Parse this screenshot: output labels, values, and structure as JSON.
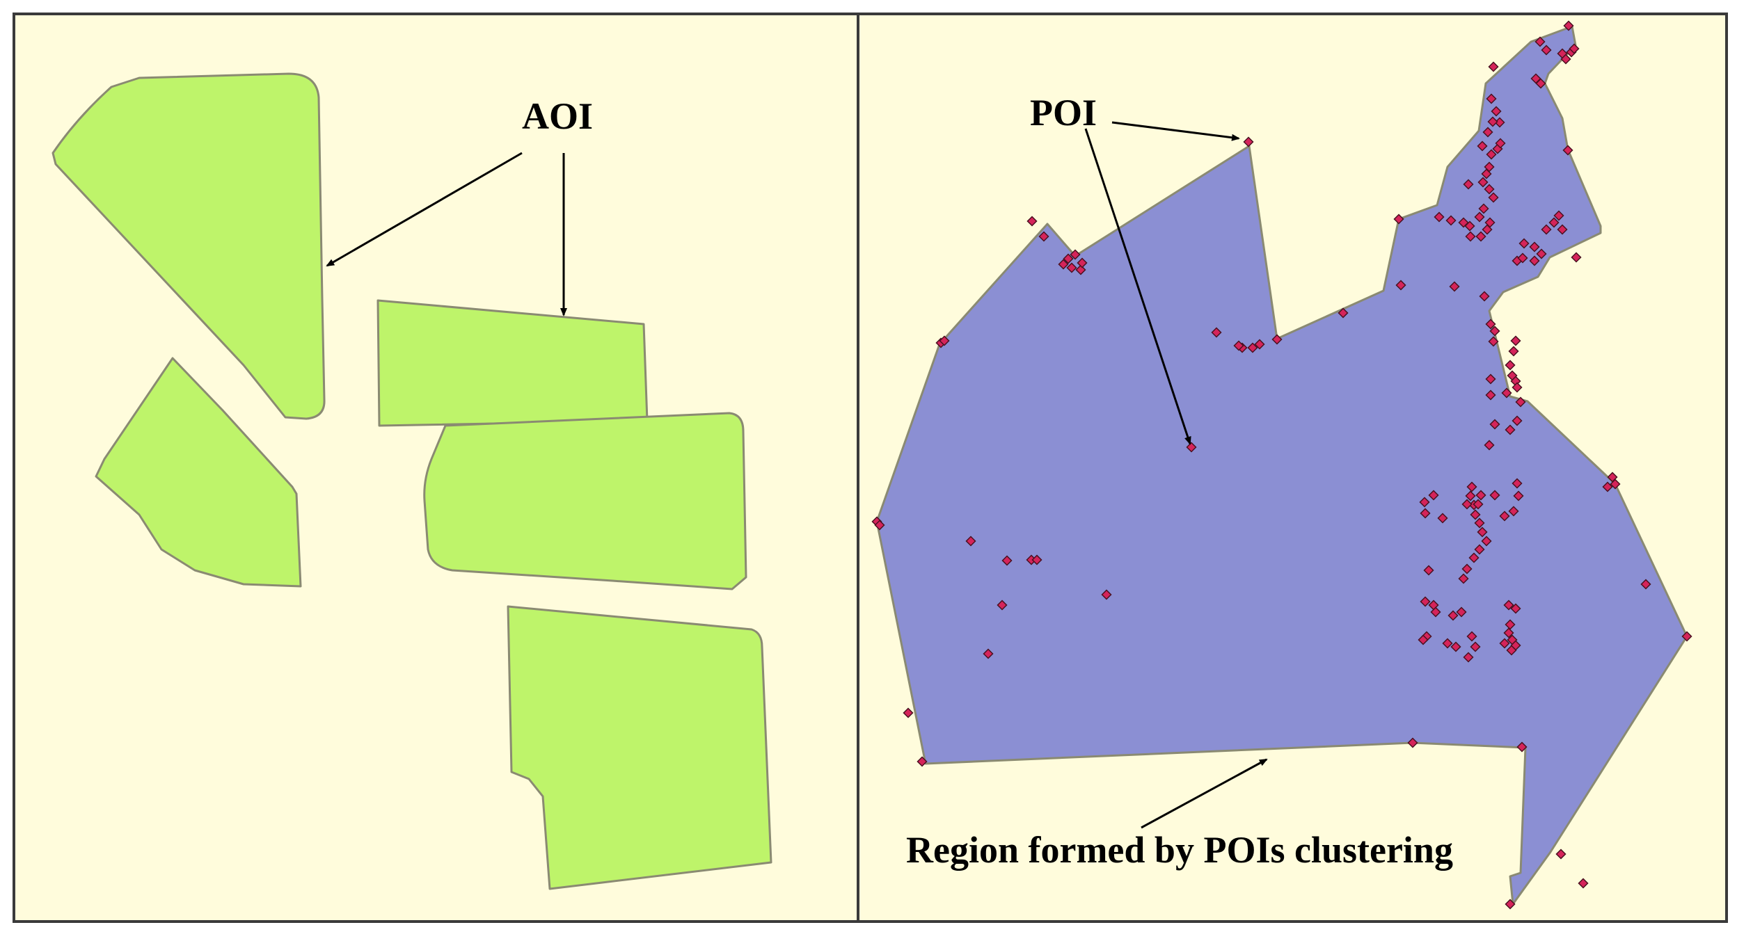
{
  "colors": {
    "background": "#FFFCDC",
    "frame": "#3a3a3a",
    "aoi_fill": "#BEF46A",
    "aoi_stroke": "#8a8a72",
    "region_fill": "#8B8FD3",
    "region_stroke": "#8a8a72",
    "poi_fill": "#D5245A",
    "poi_stroke": "#4a1020",
    "arrow": "#000000"
  },
  "left_panel": {
    "label": "AOI"
  },
  "right_panel": {
    "poi_label": "POI",
    "region_label": "Region formed by POIs clustering"
  }
}
